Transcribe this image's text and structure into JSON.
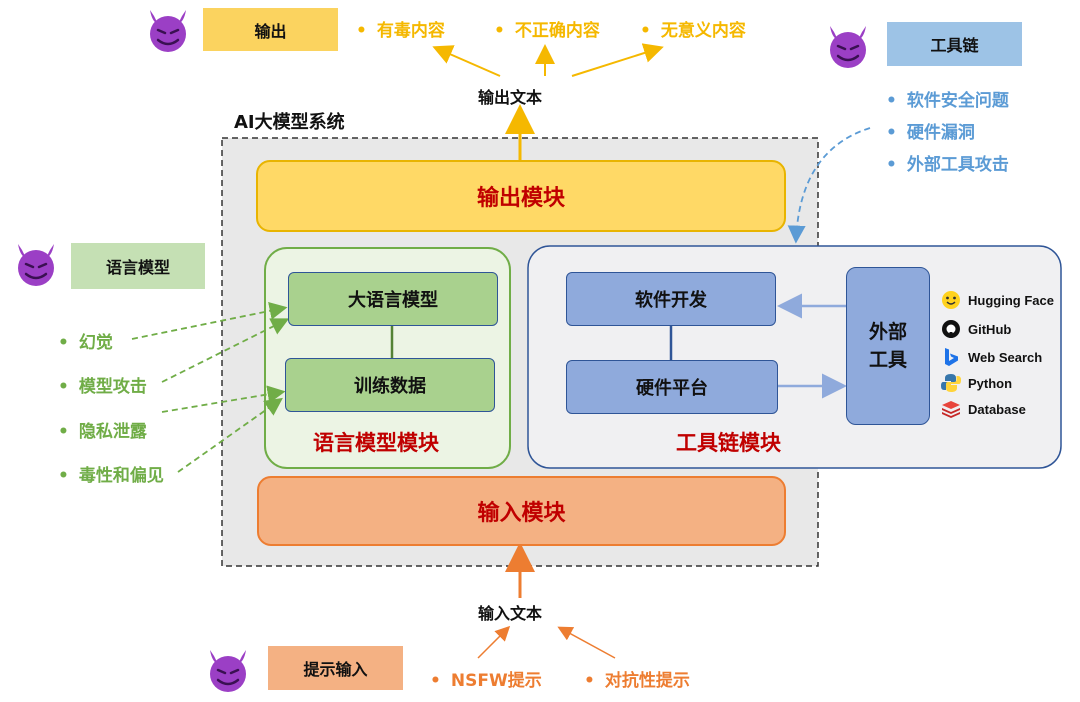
{
  "output_threats": {
    "tag": "输出",
    "items": [
      "有毒内容",
      "不正确内容",
      "无意义内容"
    ]
  },
  "toolchain_threats": {
    "tag": "工具链",
    "items": [
      "软件安全问题",
      "硬件漏洞",
      "外部工具攻击"
    ]
  },
  "language_model_threats": {
    "tag": "语言模型",
    "items": [
      "幻觉",
      "模型攻击",
      "隐私泄露",
      "毒性和偏见"
    ]
  },
  "input_threats": {
    "tag": "提示输入",
    "items": [
      "NSFW提示",
      "对抗性提示"
    ]
  },
  "system": {
    "title": "AI大模型系统",
    "output_text": "输出文本",
    "input_text": "输入文本",
    "output_module": "输出模块",
    "input_module": "输入模块",
    "lm_module": {
      "title": "语言模型模块",
      "llm": "大语言模型",
      "training_data": "训练数据"
    },
    "toolchain_module": {
      "title": "工具链模块",
      "software_dev": "软件开发",
      "hardware_platform": "硬件平台",
      "external_tools_line1": "外部",
      "external_tools_line2": "工具"
    },
    "tools": [
      {
        "name": "Hugging Face",
        "icon": "hugging-face-icon"
      },
      {
        "name": "GitHub",
        "icon": "github-icon"
      },
      {
        "name": "Web Search",
        "icon": "bing-icon"
      },
      {
        "name": "Python",
        "icon": "python-icon"
      },
      {
        "name": "Database",
        "icon": "database-icon"
      }
    ]
  },
  "bullet": "•",
  "colors": {
    "output": "#F5B800",
    "toolchain": "#5B9BD5",
    "language_model": "#70AD47",
    "input": "#ED7D31",
    "module_title_red": "#C00000",
    "devil": "#9B3FC5"
  }
}
